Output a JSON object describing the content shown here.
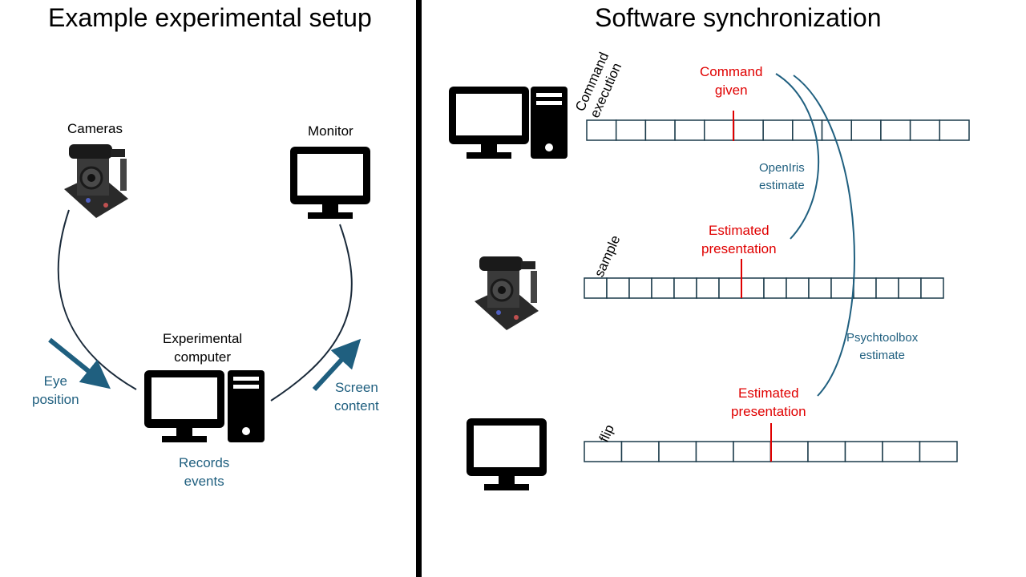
{
  "left_title": "Example experimental setup",
  "right_title": "Software synchronization",
  "left": {
    "cameras": "Cameras",
    "monitor": "Monitor",
    "computer": "Experimental\ncomputer",
    "eye_position": "Eye\nposition",
    "screen_content": "Screen\ncontent",
    "records_events": "Records\nevents"
  },
  "right": {
    "row_computer_label": "Command\nexecution",
    "row_camera_label": "sample",
    "row_monitor_label": "flip",
    "command_given": "Command\ngiven",
    "estimated_presentation_camera": "Estimated\npresentation",
    "estimated_presentation_monitor": "Estimated\npresentation",
    "openiris_estimate": "OpenIris\nestimate",
    "psychtoolbox_estimate": "Psychtoolbox\nestimate"
  },
  "colors": {
    "accent_blue": "#1f5f7f",
    "accent_red": "#e00000"
  }
}
